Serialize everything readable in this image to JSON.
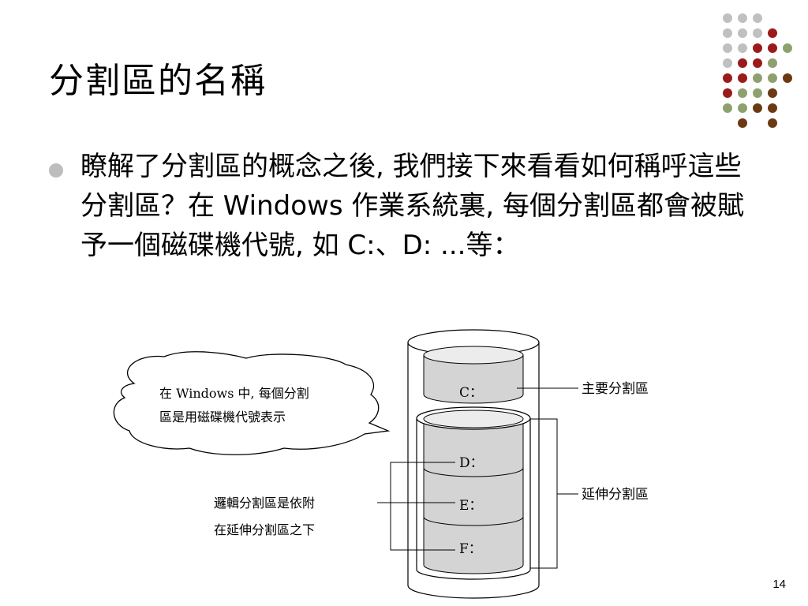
{
  "slide": {
    "title": "分割區的名稱",
    "bullets": [
      {
        "text": "瞭解了分割區的概念之後, 我們接下來看看如何稱呼這些分割區？在 Windows 作業系統裏, 每個分割區都會被賦予一個磁碟機代號, 如 C:、D: ...等："
      }
    ],
    "page_number": "14"
  },
  "figure": {
    "bubble_lines": [
      "在 Windows 中, 每個分割",
      "區是用磁碟機代號表示"
    ],
    "primary_drive": "C：",
    "primary_label": "主要分割區",
    "logical_drives": [
      "D：",
      "E：",
      "F："
    ],
    "extended_label": "延伸分割區",
    "logical_note_lines": [
      "邏輯分割區是依附",
      "在延伸分割區之下"
    ]
  },
  "colors": {
    "accent_red": "#9b1b1b",
    "accent_green": "#8fa06f",
    "accent_brown": "#6b3a12",
    "accent_gray": "#c0c0c0",
    "bullet_gray": "#bdbdbd"
  }
}
